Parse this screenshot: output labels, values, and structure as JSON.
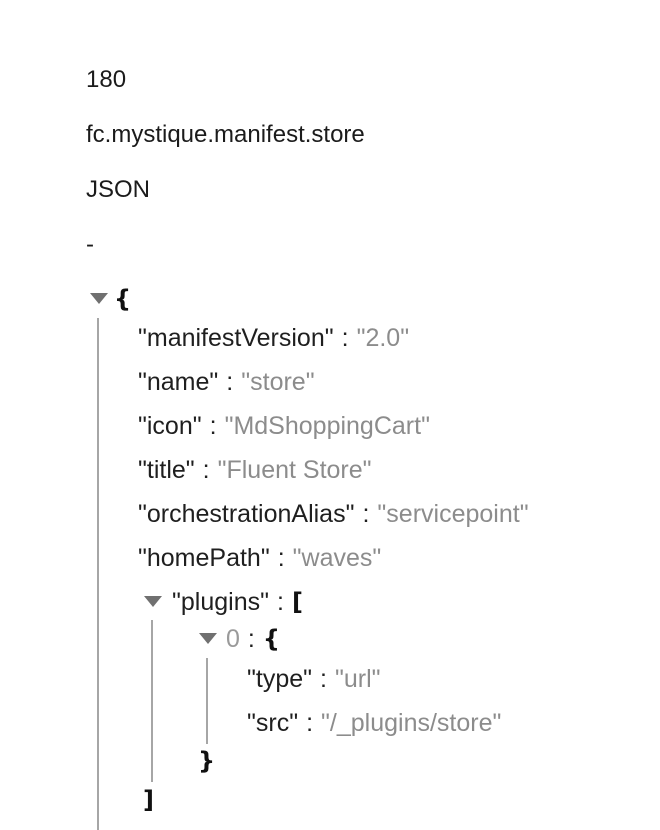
{
  "record": {
    "id": "180",
    "name": "fc.mystique.manifest.store",
    "type": "JSON",
    "description": "-"
  },
  "json_view": {
    "open_brace": "{",
    "close_bracket": "]",
    "colon": ":",
    "pairs": [
      {
        "key": "\"manifestVersion\"",
        "value": "\"2.0\""
      },
      {
        "key": "\"name\"",
        "value": "\"store\""
      },
      {
        "key": "\"icon\"",
        "value": "\"MdShoppingCart\""
      },
      {
        "key": "\"title\"",
        "value": "\"Fluent Store\""
      },
      {
        "key": "\"orchestrationAlias\"",
        "value": "\"servicepoint\""
      },
      {
        "key": "\"homePath\"",
        "value": "\"waves\""
      }
    ],
    "plugins": {
      "key": "\"plugins\"",
      "open": "[",
      "items": [
        {
          "index": "0",
          "open": "{",
          "close": "}",
          "pairs": [
            {
              "key": "\"type\"",
              "value": "\"url\""
            },
            {
              "key": "\"src\"",
              "value": "\"/_plugins/store\""
            }
          ]
        }
      ]
    }
  }
}
